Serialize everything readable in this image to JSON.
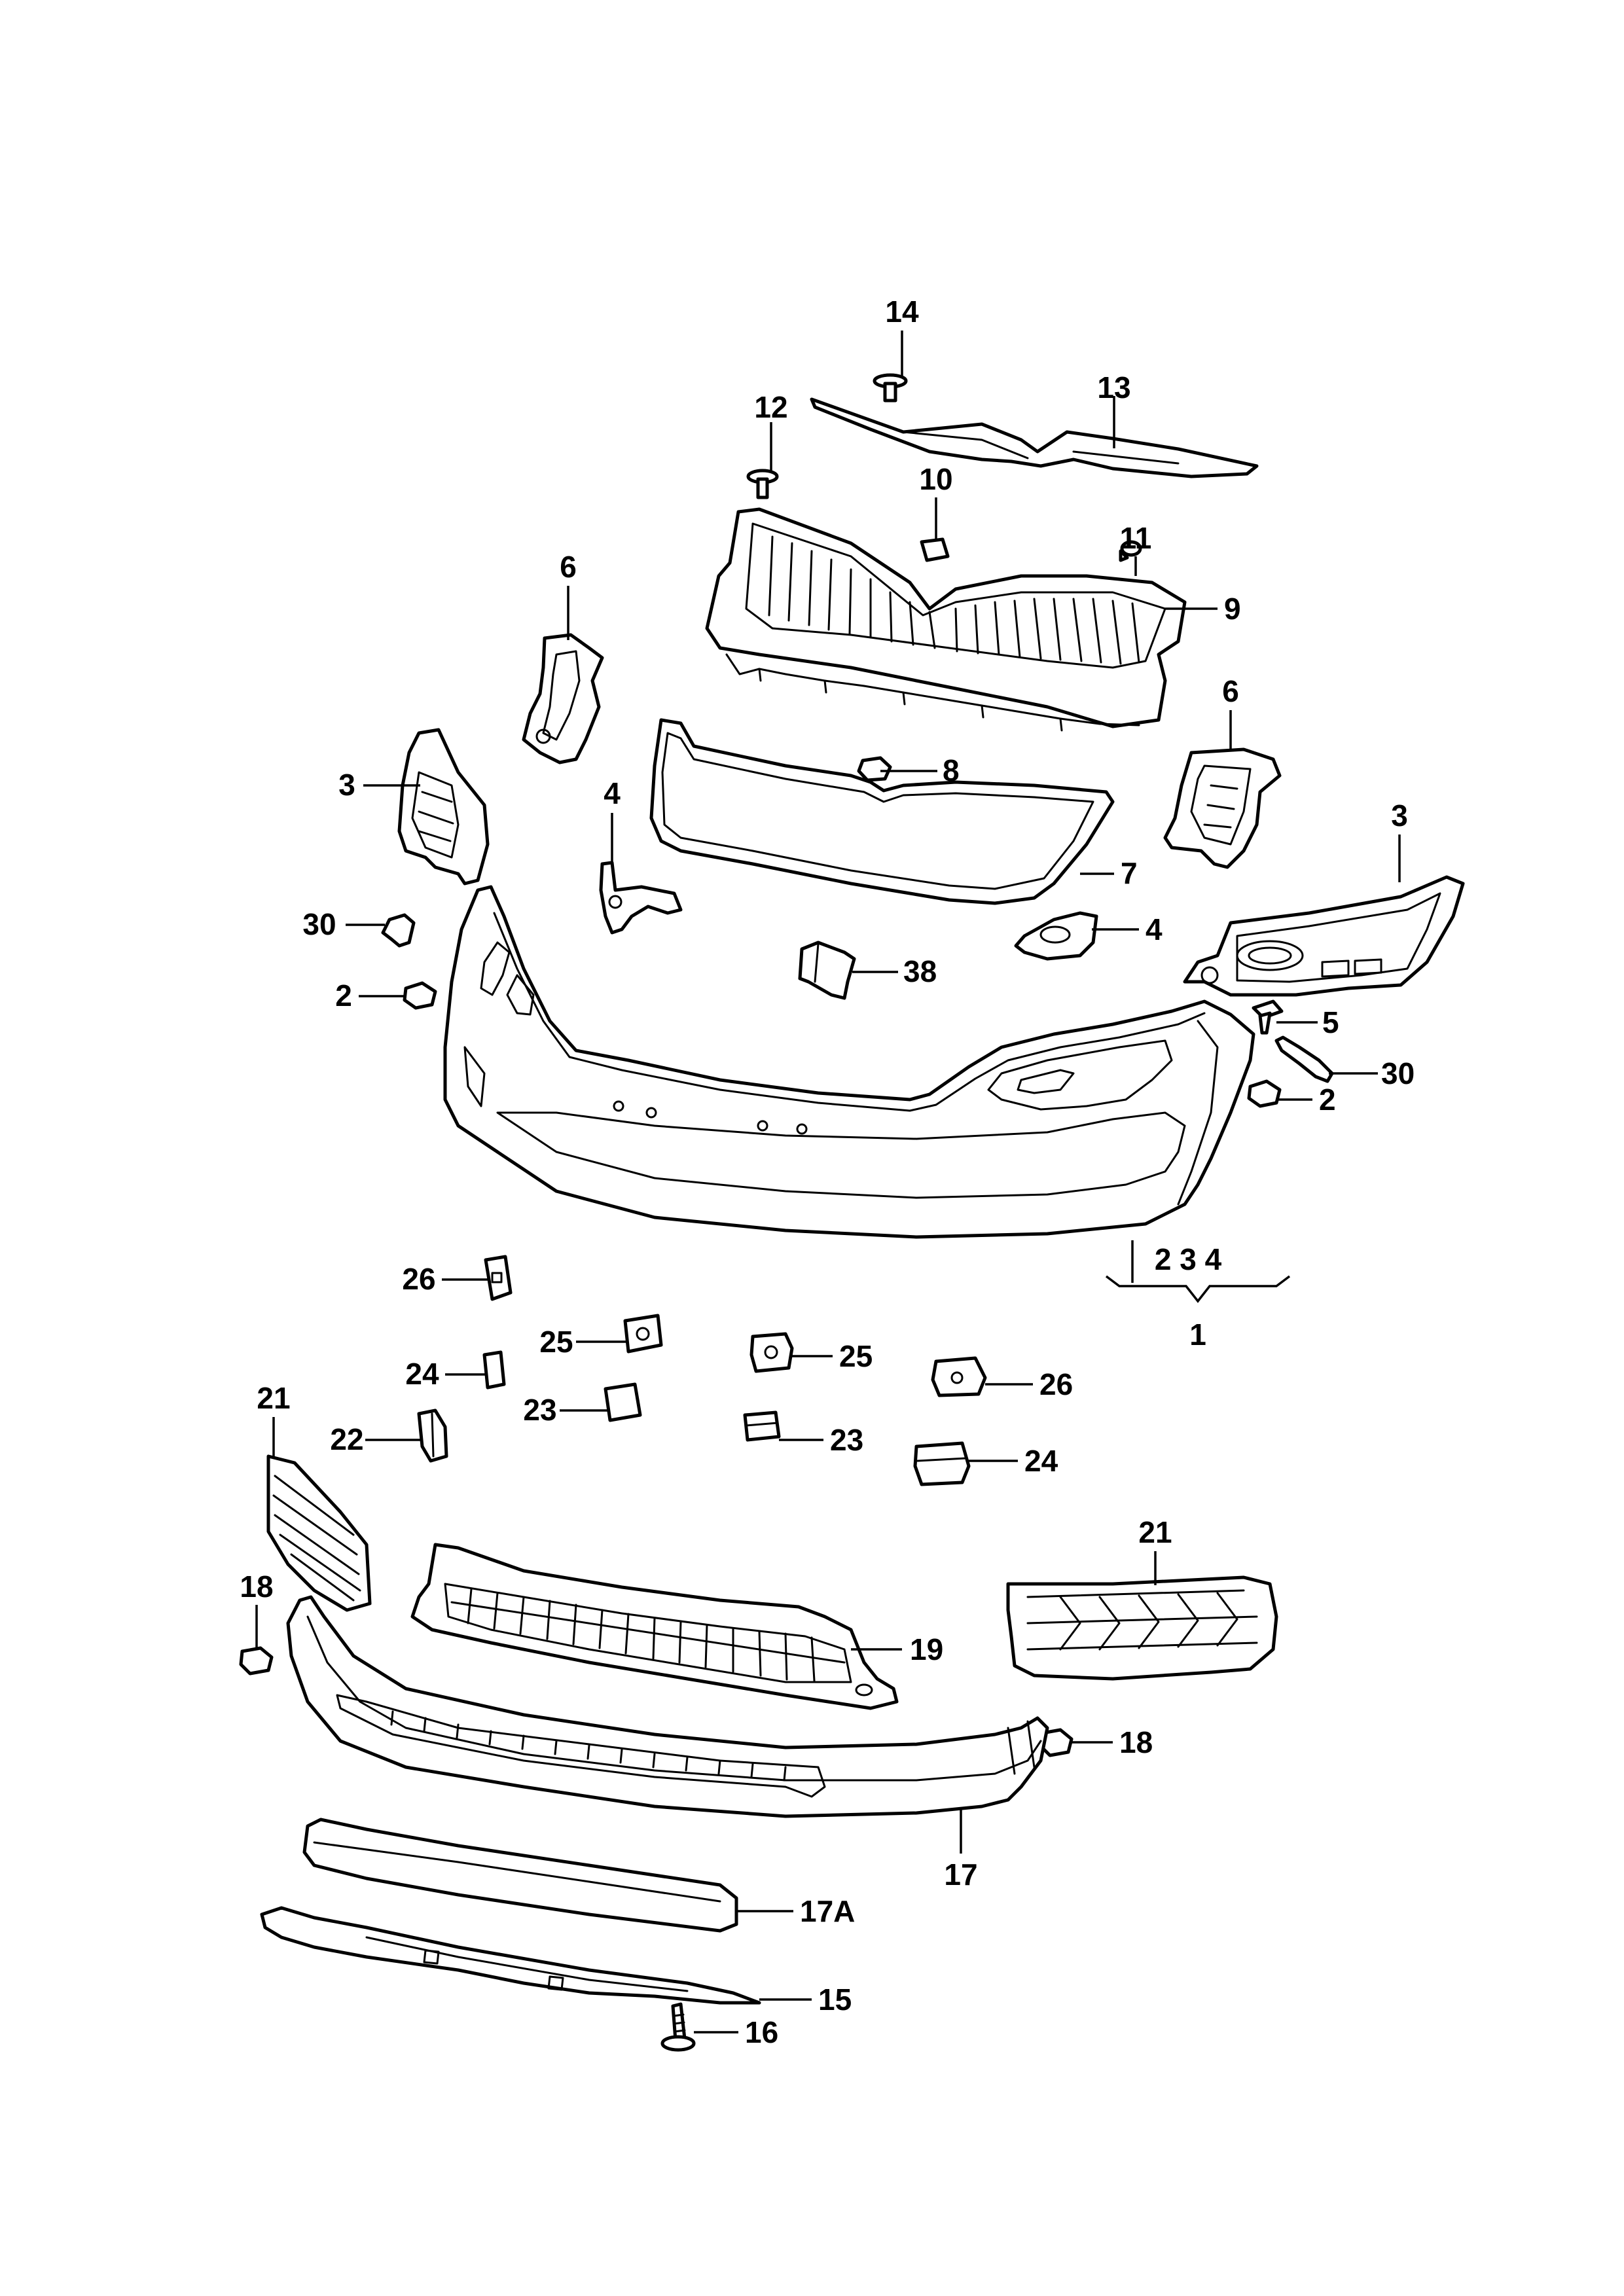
{
  "callouts": {
    "c1": "1",
    "c234": "2 3 4",
    "c2a": "2",
    "c2b": "2",
    "c3a": "3",
    "c3b": "3",
    "c4a": "4",
    "c4b": "4",
    "c5": "5",
    "c6a": "6",
    "c6b": "6",
    "c7": "7",
    "c8": "8",
    "c9": "9",
    "c10": "10",
    "c11": "11",
    "c12": "12",
    "c13": "13",
    "c14": "14",
    "c15": "15",
    "c16": "16",
    "c17": "17",
    "c17a": "17A",
    "c18a": "18",
    "c18b": "18",
    "c19": "19",
    "c21a": "21",
    "c21b": "21",
    "c22": "22",
    "c23a": "23",
    "c23b": "23",
    "c24a": "24",
    "c24b": "24",
    "c25a": "25",
    "c25b": "25",
    "c26a": "26",
    "c26b": "26",
    "c30a": "30",
    "c30b": "30",
    "c38": "38"
  },
  "colors": {
    "line": "#000000",
    "background": "#ffffff"
  }
}
